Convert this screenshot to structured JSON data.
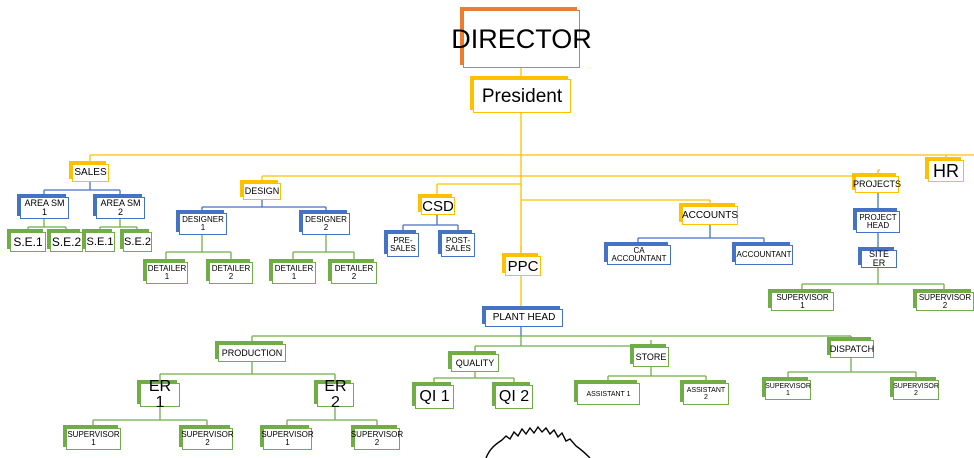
{
  "colors": {
    "orange": "#ed7d31",
    "gold": "#ffc000",
    "blue": "#4472c4",
    "green": "#70ad47",
    "line_gold": "#ffc000",
    "line_blue": "#4472c4",
    "line_green": "#70ad47"
  },
  "nodes": {
    "director": "DIRECTOR",
    "president": "President",
    "sales": "SALES",
    "area_sm_1": "AREA SM\n1",
    "area_sm_2": "AREA SM\n2",
    "se1_a": "S.E.1",
    "se2_a": "S.E.2",
    "se1_b": "S.E.1",
    "se2_b": "S.E.2",
    "design": "DESIGN",
    "designer_1": "DESIGNER\n1",
    "designer_2": "DESIGNER\n2",
    "detailer_1a": "DETAILER\n1",
    "detailer_2a": "DETAILER\n2",
    "detailer_1b": "DETAILER\n1",
    "detailer_2b": "DETAILER\n2",
    "csd": "CSD",
    "pre_sales": "PRE-\nSALES",
    "post_sales": "POST-\nSALES",
    "ppc": "PPC",
    "accounts": "ACCOUNTS",
    "ca_accountant": "CA ACCOUNTANT",
    "accountant": "ACCOUNTANT",
    "projects": "PROJECTS",
    "project_head": "PROJECT\nHEAD",
    "site_er": "SITE ER",
    "supervisor_p1": "SUPERVISOR 1",
    "supervisor_p2": "SUPERVISOR 2",
    "hr": "HR",
    "plant_head": "PLANT HEAD",
    "production": "PRODUCTION",
    "er1": "ER 1",
    "er2": "ER 2",
    "sup_er1_1": "SUPERVISOR\n1",
    "sup_er1_2": "SUPERVISOR\n2",
    "sup_er2_1": "SUPERVISOR\n1",
    "sup_er2_2": "SUPERVISOR\n2",
    "quality": "QUALITY",
    "qi1": "QI 1",
    "qi2": "QI 2",
    "store": "STORE",
    "assistant_1": "ASSISTANT 1",
    "assistant_2": "ASSISTANT 2",
    "dispatch": "DISPATCH",
    "sup_dispatch_1": "SUPERVISOR 1",
    "sup_dispatch_2": "SUPERVISOR 2"
  }
}
